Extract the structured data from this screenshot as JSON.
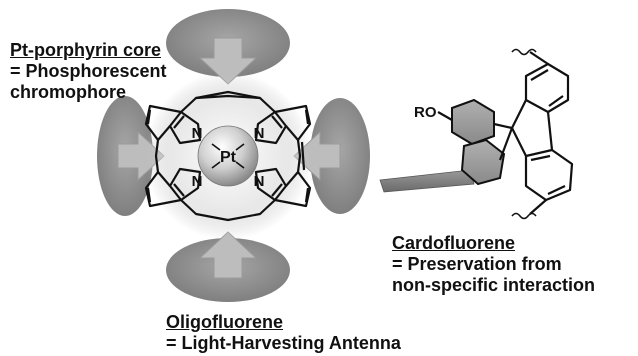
{
  "core_label": {
    "title": "Pt-porphyrin core",
    "line2": "= Phosphorescent",
    "line3": "chromophore"
  },
  "cardo_label": {
    "title": "Cardofluorene",
    "line2": "= Preservation from",
    "line3": "non-specific interaction"
  },
  "oligo_label": {
    "title": "Oligofluorene",
    "line2": "= Light-Harvesting Antenna"
  },
  "atoms": {
    "metal": "Pt",
    "nitrogen": "N",
    "alkoxy": "RO"
  },
  "colors": {
    "antenna_fill": "#8c8c8c",
    "arrow_fill": "#bdbdbd",
    "bond": "#111111",
    "text": "#111111"
  }
}
